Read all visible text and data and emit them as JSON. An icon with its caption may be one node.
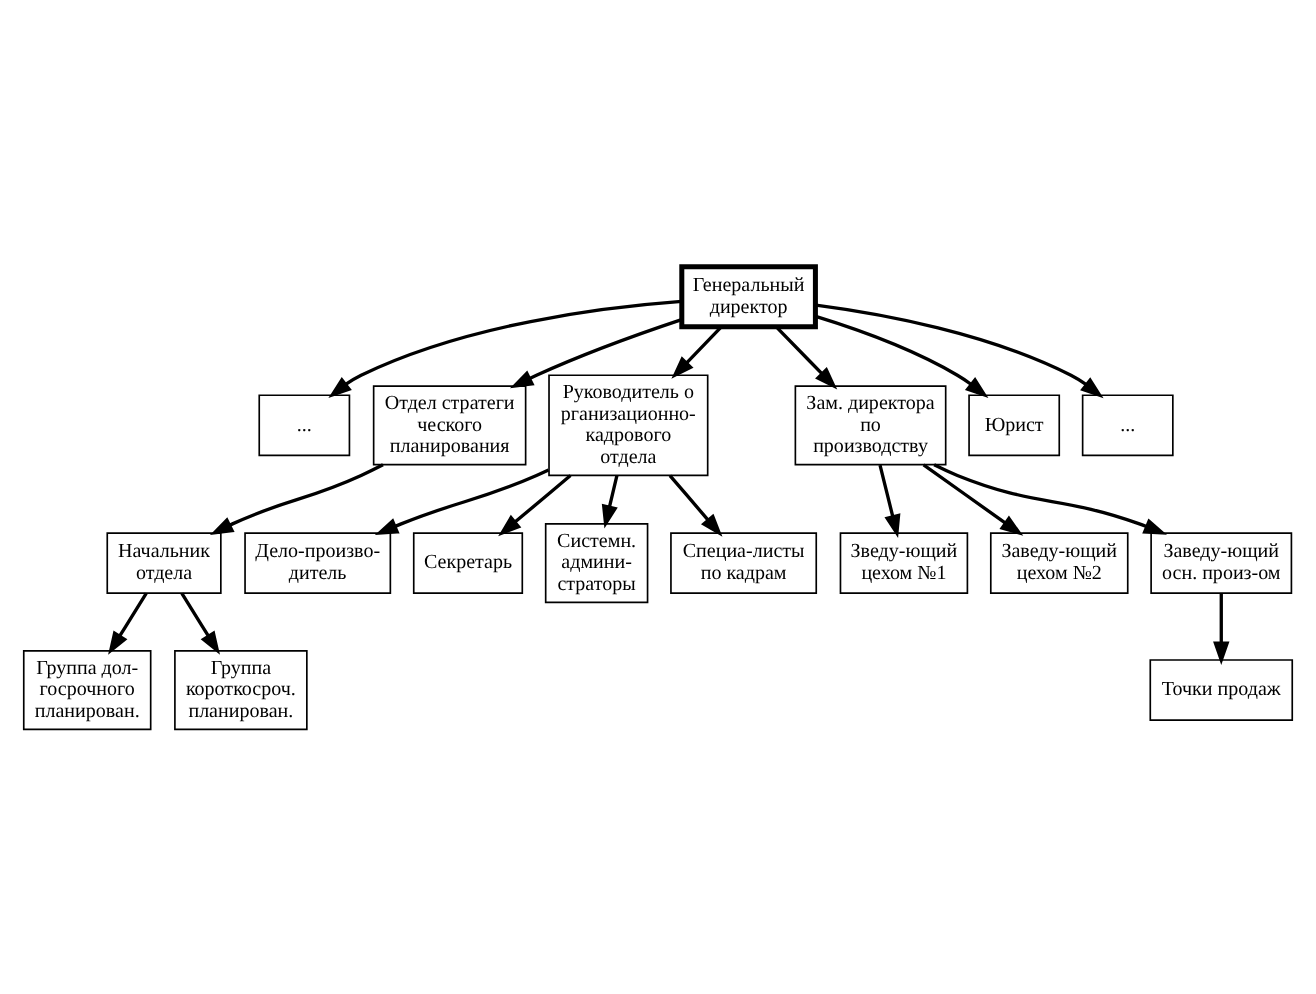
{
  "diagram": {
    "nodes": [
      {
        "text": [
          "Генеральный директор"
        ]
      },
      {
        "text": [
          "..."
        ]
      },
      {
        "text": [
          "Отдел стратегического планирования"
        ]
      },
      {
        "text": [
          "Руководитель организационно-кадрового отдела"
        ]
      },
      {
        "text": [
          "Зам. директора по производству"
        ]
      },
      {
        "text": [
          "Юрист"
        ]
      },
      {
        "text": [
          "..."
        ]
      },
      {
        "text": [
          "Начальник отдела"
        ]
      },
      {
        "text": [
          "Группа дол-госрочного планирован."
        ]
      },
      {
        "text": [
          "Группа короткосроч. планирован."
        ]
      },
      {
        "text": [
          "Дело-произво-дитель"
        ]
      },
      {
        "text": [
          "Секретарь"
        ]
      },
      {
        "text": [
          "Системн. админи-страторы"
        ]
      },
      {
        "text": [
          "Специа-листы по кадрам"
        ]
      },
      {
        "text": [
          "Зведу-ющий цехом №1"
        ]
      },
      {
        "text": [
          "Заведу-ющий цехом №2"
        ]
      },
      {
        "text": [
          "Заведу-ющий осн. произ-ом"
        ]
      },
      {
        "text": [
          "Точки продаж"
        ]
      }
    ],
    "edges": [
      {
        "from": 0,
        "to": 1,
        "arrow": "to"
      },
      {
        "from": 0,
        "to": 2,
        "arrow": "to"
      },
      {
        "from": 0,
        "to": 3,
        "arrow": "to"
      },
      {
        "from": 0,
        "to": 4,
        "arrow": "to"
      },
      {
        "from": 0,
        "to": 5,
        "arrow": "to"
      },
      {
        "from": 0,
        "to": 6,
        "arrow": "to"
      },
      {
        "from": 2,
        "to": 7,
        "arrow": "to"
      },
      {
        "from": 7,
        "to": 8,
        "arrow": "to"
      },
      {
        "from": 7,
        "to": 9,
        "arrow": "to"
      },
      {
        "from": 3,
        "to": 10,
        "arrow": "to"
      },
      {
        "from": 3,
        "to": 11,
        "arrow": "to"
      },
      {
        "from": 3,
        "to": 12,
        "arrow": "to"
      },
      {
        "from": 3,
        "to": 13,
        "arrow": "to"
      },
      {
        "from": 4,
        "to": 14,
        "arrow": "to"
      },
      {
        "from": 4,
        "to": 15,
        "arrow": "to"
      },
      {
        "from": 4,
        "to": 16,
        "arrow": "to"
      },
      {
        "from": 16,
        "to": 17,
        "arrow": "to"
      }
    ]
  }
}
